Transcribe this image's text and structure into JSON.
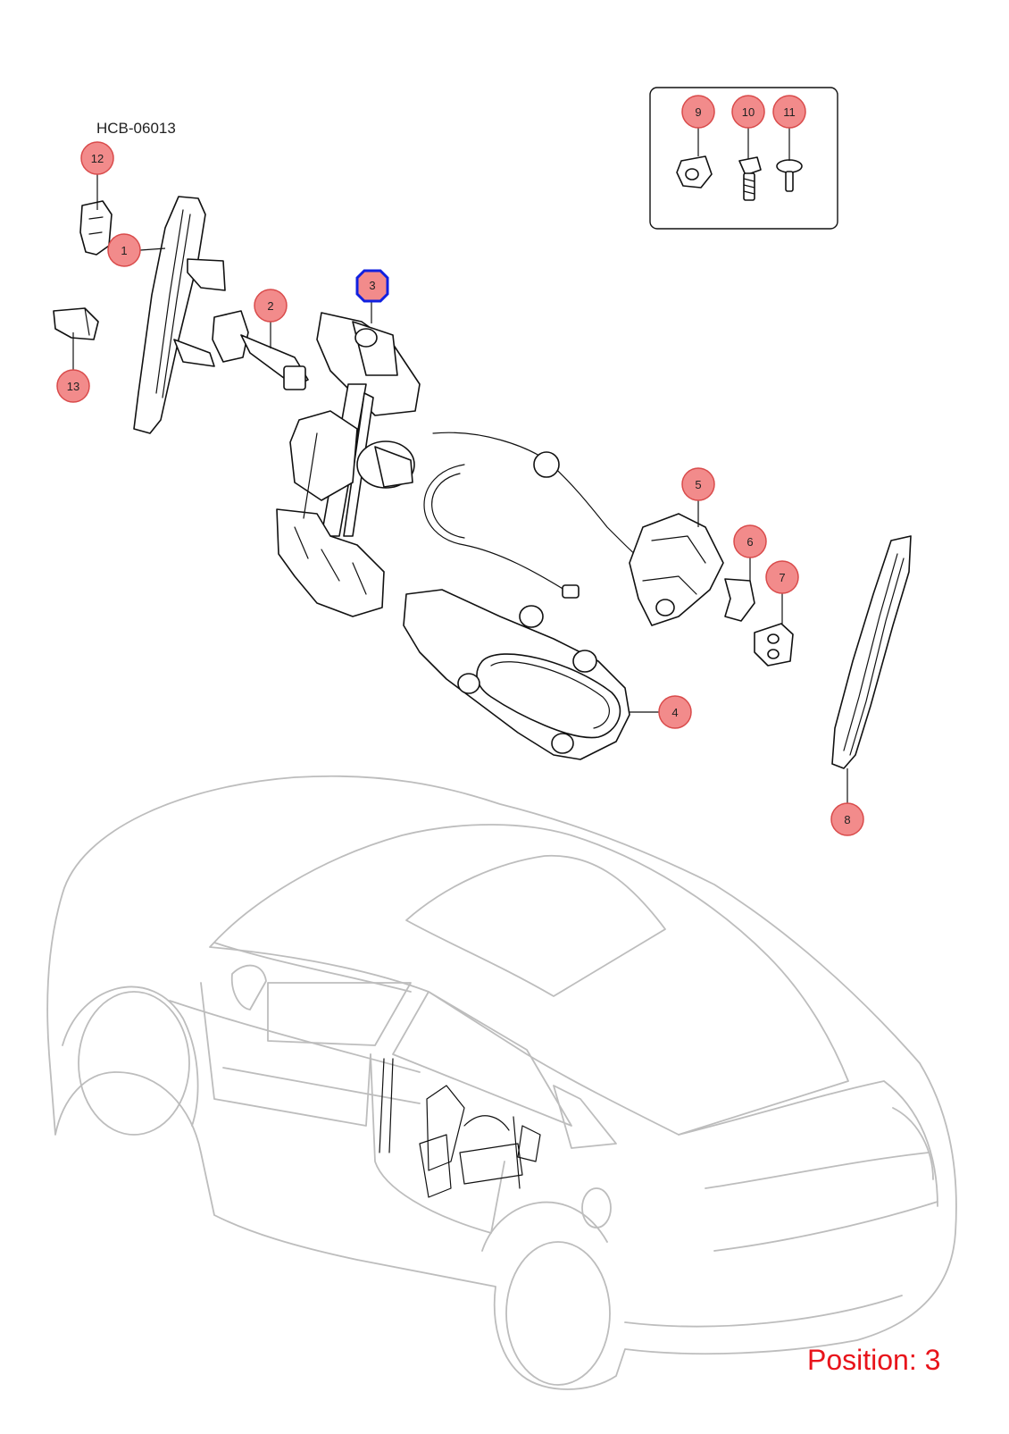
{
  "diagram_code": "HCB-06013",
  "position_label": "Position: 3",
  "colors": {
    "callout_fill": "#f28b8b",
    "callout_stroke": "#d94b4b",
    "highlight_stroke": "#1020e0",
    "position_text": "#e8141b"
  },
  "callouts": [
    {
      "id": "1",
      "label": "1"
    },
    {
      "id": "2",
      "label": "2"
    },
    {
      "id": "3",
      "label": "3",
      "highlighted": true
    },
    {
      "id": "4",
      "label": "4"
    },
    {
      "id": "5",
      "label": "5"
    },
    {
      "id": "6",
      "label": "6"
    },
    {
      "id": "7",
      "label": "7"
    },
    {
      "id": "8",
      "label": "8"
    },
    {
      "id": "9",
      "label": "9"
    },
    {
      "id": "10",
      "label": "10"
    },
    {
      "id": "11",
      "label": "11"
    },
    {
      "id": "12",
      "label": "12"
    },
    {
      "id": "13",
      "label": "13"
    }
  ]
}
